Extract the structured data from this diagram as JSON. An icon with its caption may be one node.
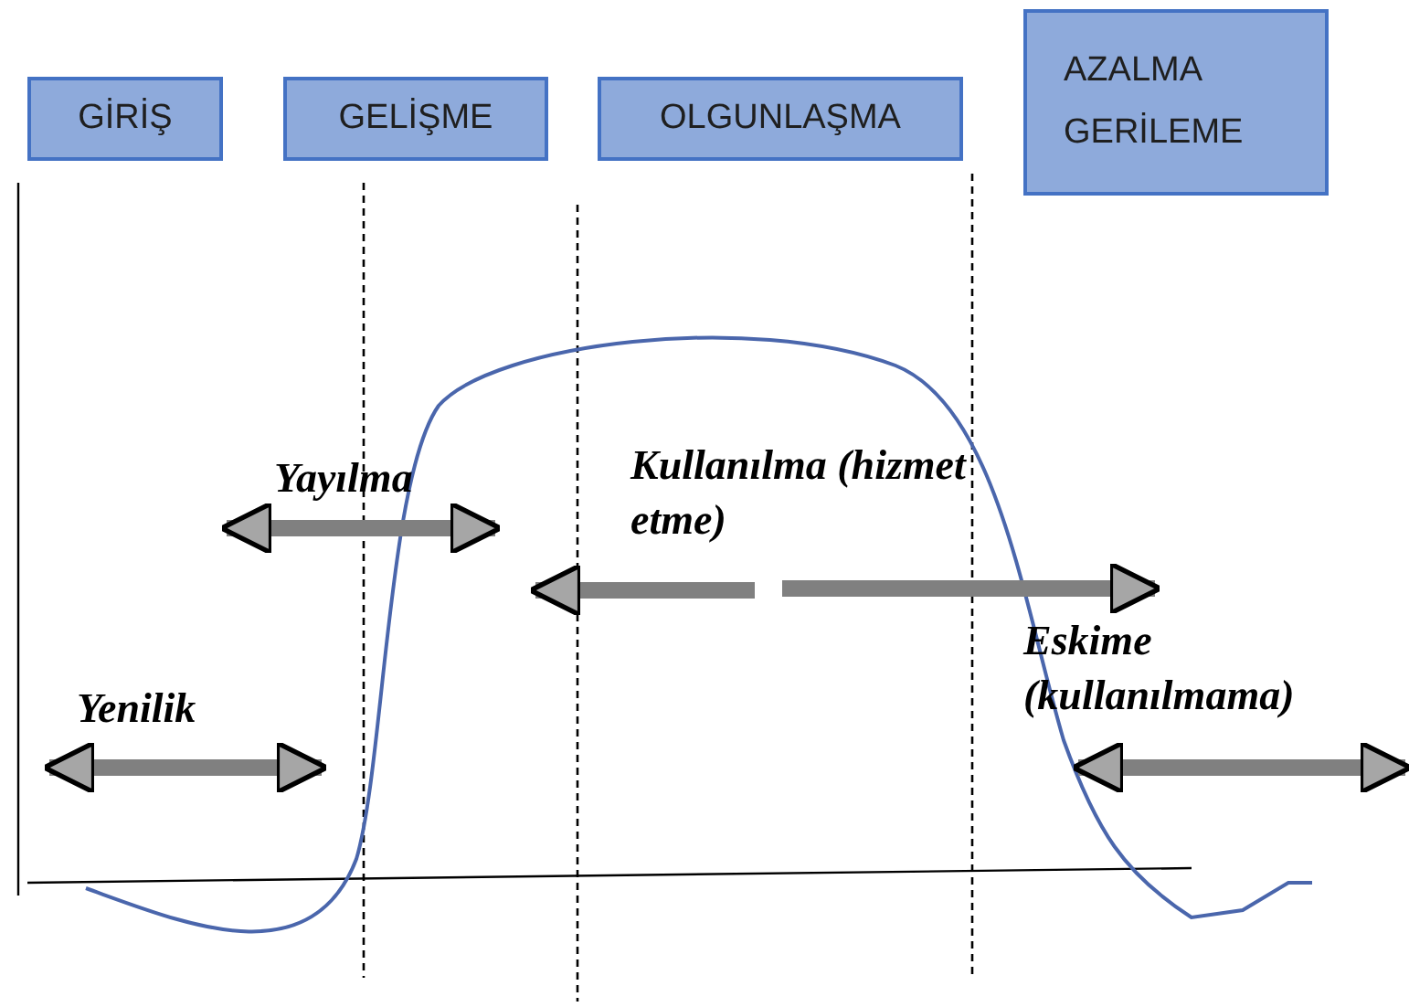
{
  "diagram": {
    "nodes": [
      {
        "text": [
          "GİRİŞ"
        ]
      },
      {
        "text": [
          "GELİŞME"
        ]
      },
      {
        "text": [
          "OLGUNLAŞMA"
        ]
      },
      {
        "text": [
          "AZALMA GERİLEME"
        ]
      }
    ],
    "labels": [
      "Yayılma",
      "Kullanılma (hizmet etme)",
      "Eskime (kullanılmama)",
      "Yenilik"
    ]
  }
}
